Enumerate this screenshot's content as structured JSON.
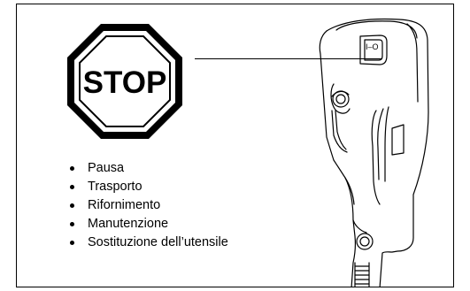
{
  "stop_sign": {
    "label": "STOP"
  },
  "list": {
    "items": [
      "Pausa",
      "Trasporto",
      "Rifornimento",
      "Manutenzione",
      "Sostituzione dell’utensile"
    ]
  },
  "switch": {
    "label": "I–O"
  },
  "icons": {
    "stop": "stop-sign-icon",
    "handle": "tool-handle-illustration",
    "switch": "on-off-switch-icon"
  }
}
